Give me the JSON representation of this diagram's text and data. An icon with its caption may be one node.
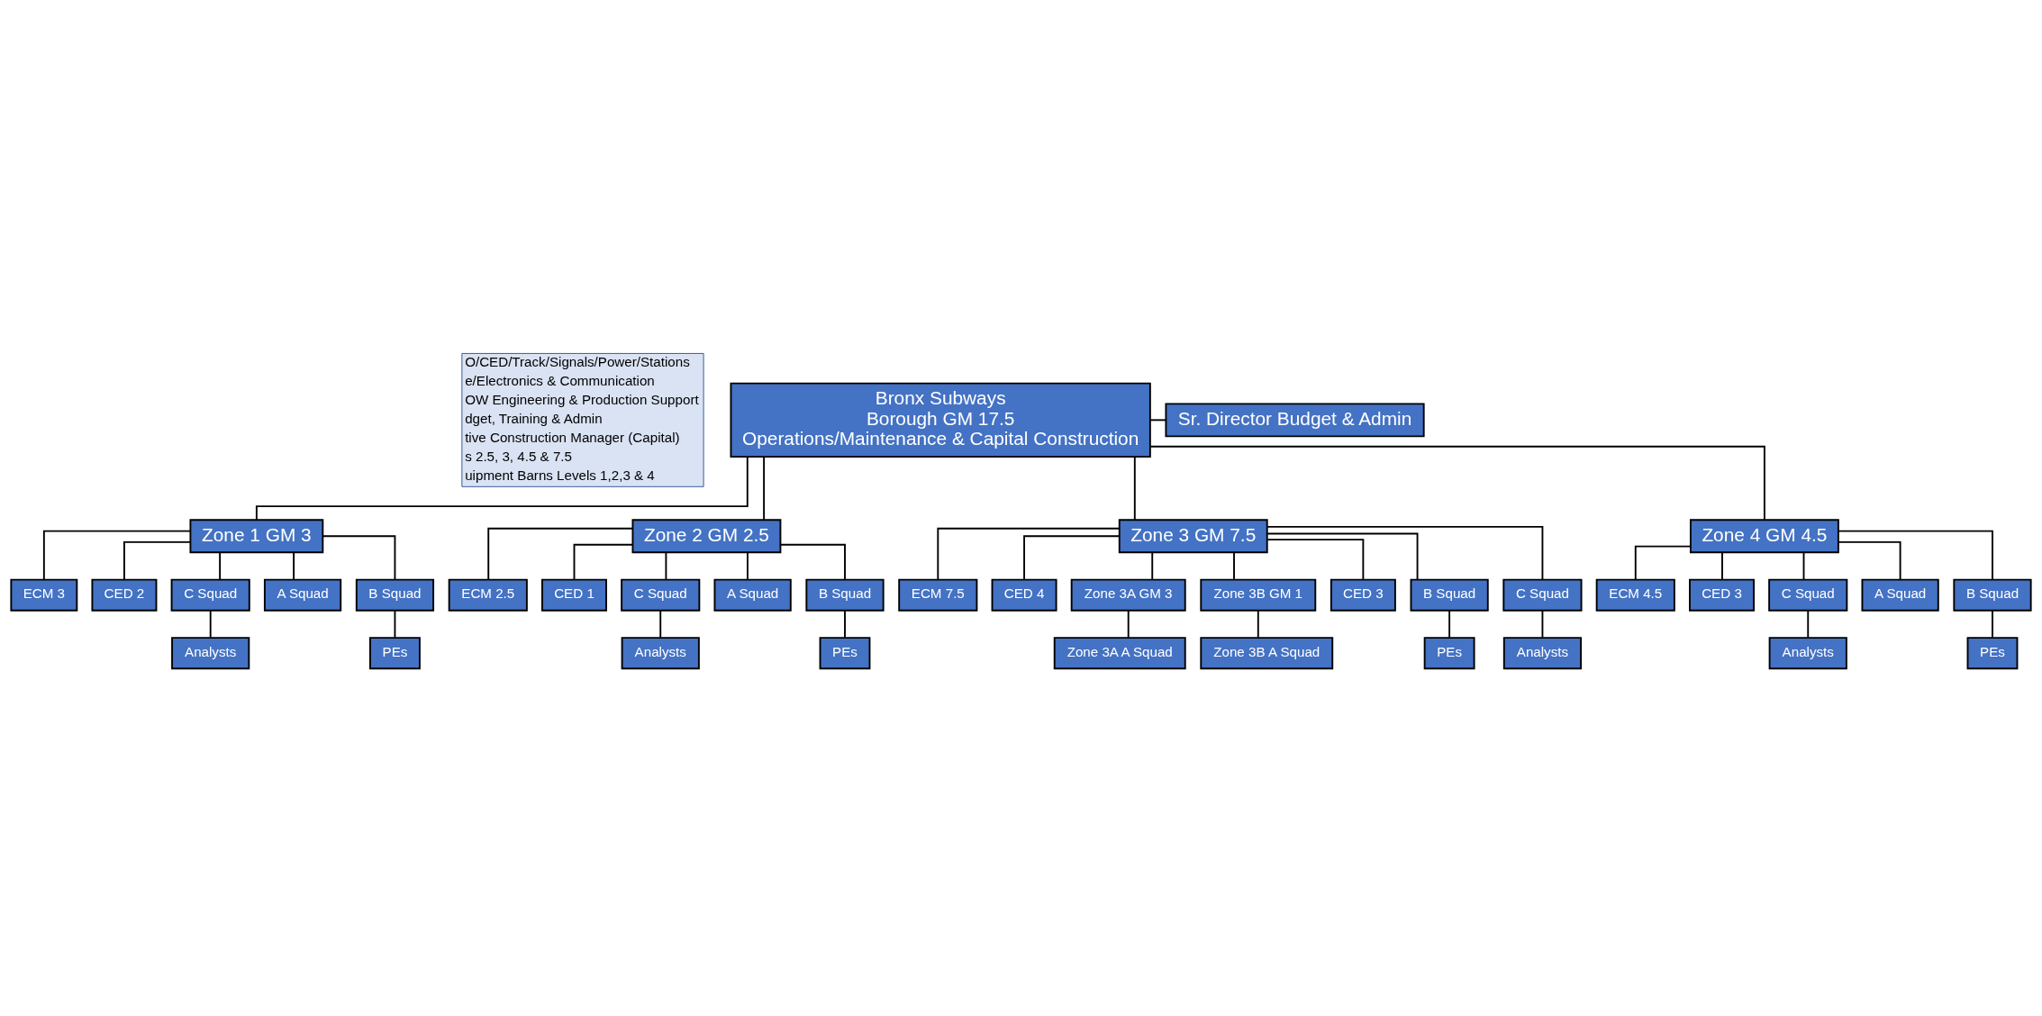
{
  "diagram": {
    "nodes": [
      {
        "text": [
          "Bronx Subways",
          "Borough GM 17.5",
          "Operations/Maintenance & Capital Construction"
        ]
      },
      {
        "text": [
          "Sr. Director Budget & Admin"
        ]
      },
      {
        "text": [
          "Zone 1 GM 3"
        ]
      },
      {
        "text": [
          "Zone 2 GM 2.5"
        ]
      },
      {
        "text": [
          "Zone 3 GM 7.5"
        ]
      },
      {
        "text": [
          "Zone 4 GM 4.5"
        ]
      },
      {
        "text": [
          "ECM 3"
        ]
      },
      {
        "text": [
          "CED 2"
        ]
      },
      {
        "text": [
          "C Squad"
        ]
      },
      {
        "text": [
          "Analysts"
        ]
      },
      {
        "text": [
          "A Squad"
        ]
      },
      {
        "text": [
          "B Squad"
        ]
      },
      {
        "text": [
          "PEs"
        ]
      },
      {
        "text": [
          "ECM 2.5"
        ]
      },
      {
        "text": [
          "CED 1"
        ]
      },
      {
        "text": [
          "C Squad"
        ]
      },
      {
        "text": [
          "Analysts"
        ]
      },
      {
        "text": [
          "A Squad"
        ]
      },
      {
        "text": [
          "B Squad"
        ]
      },
      {
        "text": [
          "PEs"
        ]
      },
      {
        "text": [
          "ECM 7.5"
        ]
      },
      {
        "text": [
          "CED 4"
        ]
      },
      {
        "text": [
          "Zone 3A GM 3"
        ]
      },
      {
        "text": [
          "Zone 3B GM 1"
        ]
      },
      {
        "text": [
          "Zone 3A A Squad"
        ]
      },
      {
        "text": [
          "Zone 3B A Squad"
        ]
      },
      {
        "text": [
          "CED 3"
        ]
      },
      {
        "text": [
          "B Squad"
        ]
      },
      {
        "text": [
          "C Squad"
        ]
      },
      {
        "text": [
          "PEs"
        ]
      },
      {
        "text": [
          "Analysts"
        ]
      },
      {
        "text": [
          "ECM 4.5"
        ]
      },
      {
        "text": [
          "CED 3"
        ]
      },
      {
        "text": [
          "C Squad"
        ]
      },
      {
        "text": [
          "Analysts"
        ]
      },
      {
        "text": [
          "A Squad"
        ]
      },
      {
        "text": [
          "B Squad"
        ]
      },
      {
        "text": [
          "PEs"
        ]
      }
    ],
    "edges": [
      {
        "from": 0,
        "to": 1,
        "arrow": "none"
      },
      {
        "from": 0,
        "to": 2,
        "arrow": "none"
      },
      {
        "from": 0,
        "to": 3,
        "arrow": "none"
      },
      {
        "from": 0,
        "to": 4,
        "arrow": "none"
      },
      {
        "from": 0,
        "to": 5,
        "arrow": "none"
      },
      {
        "from": 2,
        "to": 6,
        "arrow": "none"
      },
      {
        "from": 2,
        "to": 7,
        "arrow": "none"
      },
      {
        "from": 2,
        "to": 8,
        "arrow": "none"
      },
      {
        "from": 8,
        "to": 9,
        "arrow": "none"
      },
      {
        "from": 2,
        "to": 10,
        "arrow": "none"
      },
      {
        "from": 2,
        "to": 11,
        "arrow": "none"
      },
      {
        "from": 11,
        "to": 12,
        "arrow": "none"
      },
      {
        "from": 3,
        "to": 13,
        "arrow": "none"
      },
      {
        "from": 3,
        "to": 14,
        "arrow": "none"
      },
      {
        "from": 3,
        "to": 15,
        "arrow": "none"
      },
      {
        "from": 15,
        "to": 16,
        "arrow": "none"
      },
      {
        "from": 3,
        "to": 17,
        "arrow": "none"
      },
      {
        "from": 3,
        "to": 18,
        "arrow": "none"
      },
      {
        "from": 18,
        "to": 19,
        "arrow": "none"
      },
      {
        "from": 4,
        "to": 20,
        "arrow": "none"
      },
      {
        "from": 4,
        "to": 21,
        "arrow": "none"
      },
      {
        "from": 4,
        "to": 22,
        "arrow": "none"
      },
      {
        "from": 4,
        "to": 23,
        "arrow": "none"
      },
      {
        "from": 22,
        "to": 24,
        "arrow": "none"
      },
      {
        "from": 23,
        "to": 25,
        "arrow": "none"
      },
      {
        "from": 4,
        "to": 26,
        "arrow": "none"
      },
      {
        "from": 4,
        "to": 27,
        "arrow": "none"
      },
      {
        "from": 4,
        "to": 28,
        "arrow": "none"
      },
      {
        "from": 27,
        "to": 29,
        "arrow": "none"
      },
      {
        "from": 28,
        "to": 30,
        "arrow": "none"
      },
      {
        "from": 5,
        "to": 31,
        "arrow": "none"
      },
      {
        "from": 5,
        "to": 32,
        "arrow": "none"
      },
      {
        "from": 5,
        "to": 33,
        "arrow": "none"
      },
      {
        "from": 33,
        "to": 34,
        "arrow": "none"
      },
      {
        "from": 5,
        "to": 35,
        "arrow": "none"
      },
      {
        "from": 5,
        "to": 36,
        "arrow": "none"
      },
      {
        "from": 36,
        "to": 37,
        "arrow": "none"
      }
    ],
    "labels": [
      "O/CED/Track/Signals/Power/Stations",
      "e/Electronics & Communication",
      "OW Engineering & Production Support",
      "dget, Training & Admin",
      "tive Construction Manager (Capital)",
      "s 2.5, 3, 4.5 & 7.5",
      "uipment Barns Levels 1,2,3 & 4"
    ]
  }
}
